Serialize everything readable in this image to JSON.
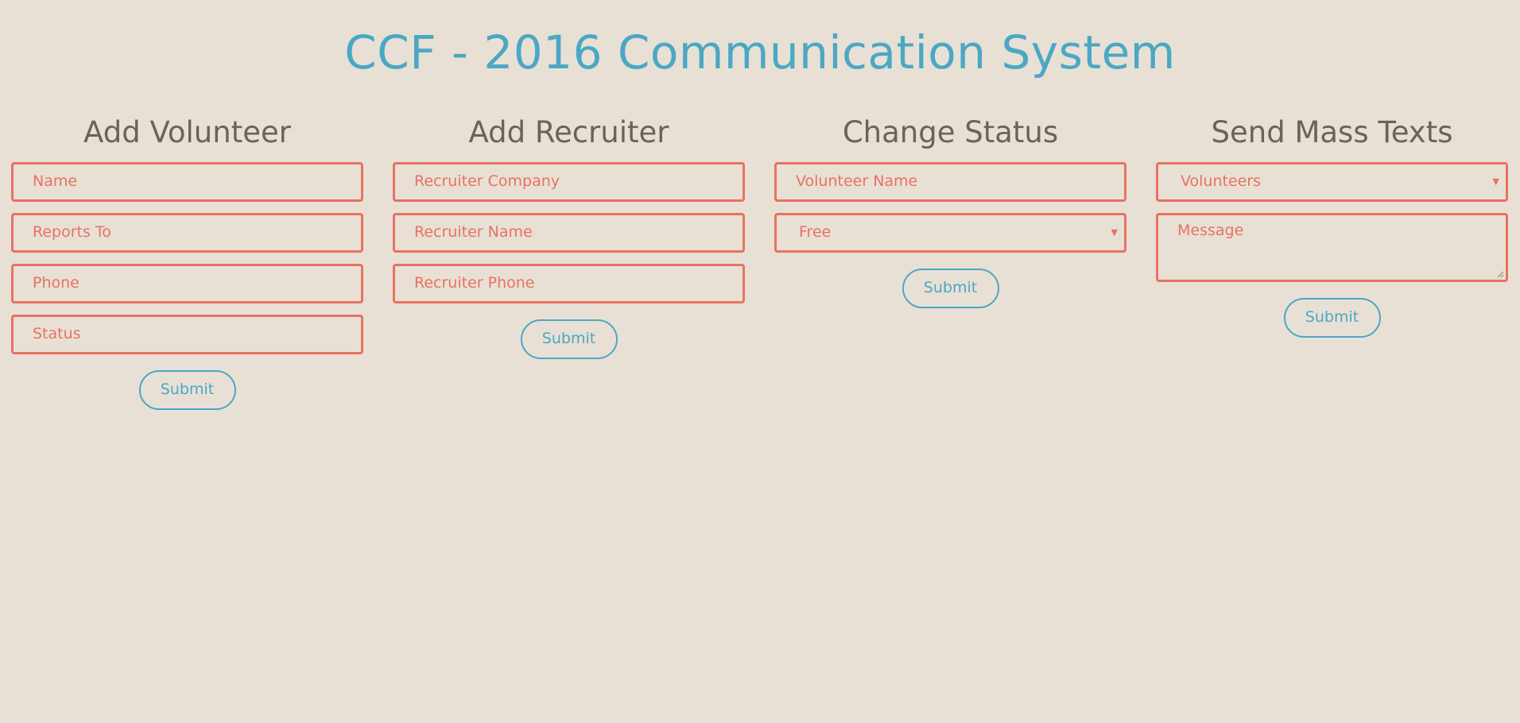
{
  "page": {
    "title": "CCF - 2016 Communication System"
  },
  "colors": {
    "background": "#e8e0d5",
    "title": "#4aa8c4",
    "heading": "#6b625b",
    "field_accent": "#e87262",
    "button_accent": "#4aa8c4"
  },
  "add_volunteer": {
    "heading": "Add Volunteer",
    "fields": [
      {
        "placeholder": "Name",
        "value": ""
      },
      {
        "placeholder": "Reports To",
        "value": ""
      },
      {
        "placeholder": "Phone",
        "value": ""
      },
      {
        "placeholder": "Status",
        "value": ""
      }
    ],
    "submit_label": "Submit"
  },
  "add_recruiter": {
    "heading": "Add Recruiter",
    "fields": [
      {
        "placeholder": "Recruiter Company",
        "value": ""
      },
      {
        "placeholder": "Recruiter Name",
        "value": ""
      },
      {
        "placeholder": "Recruiter Phone",
        "value": ""
      }
    ],
    "submit_label": "Submit"
  },
  "change_status": {
    "heading": "Change Status",
    "volunteer_name_placeholder": "Volunteer Name",
    "status_select": {
      "selected": "Free",
      "icon": "chevron-down-icon"
    },
    "submit_label": "Submit"
  },
  "send_mass_texts": {
    "heading": "Send Mass Texts",
    "recipient_select": {
      "selected": "Volunteers",
      "icon": "chevron-down-icon"
    },
    "message_placeholder": "Message",
    "submit_label": "Submit"
  }
}
